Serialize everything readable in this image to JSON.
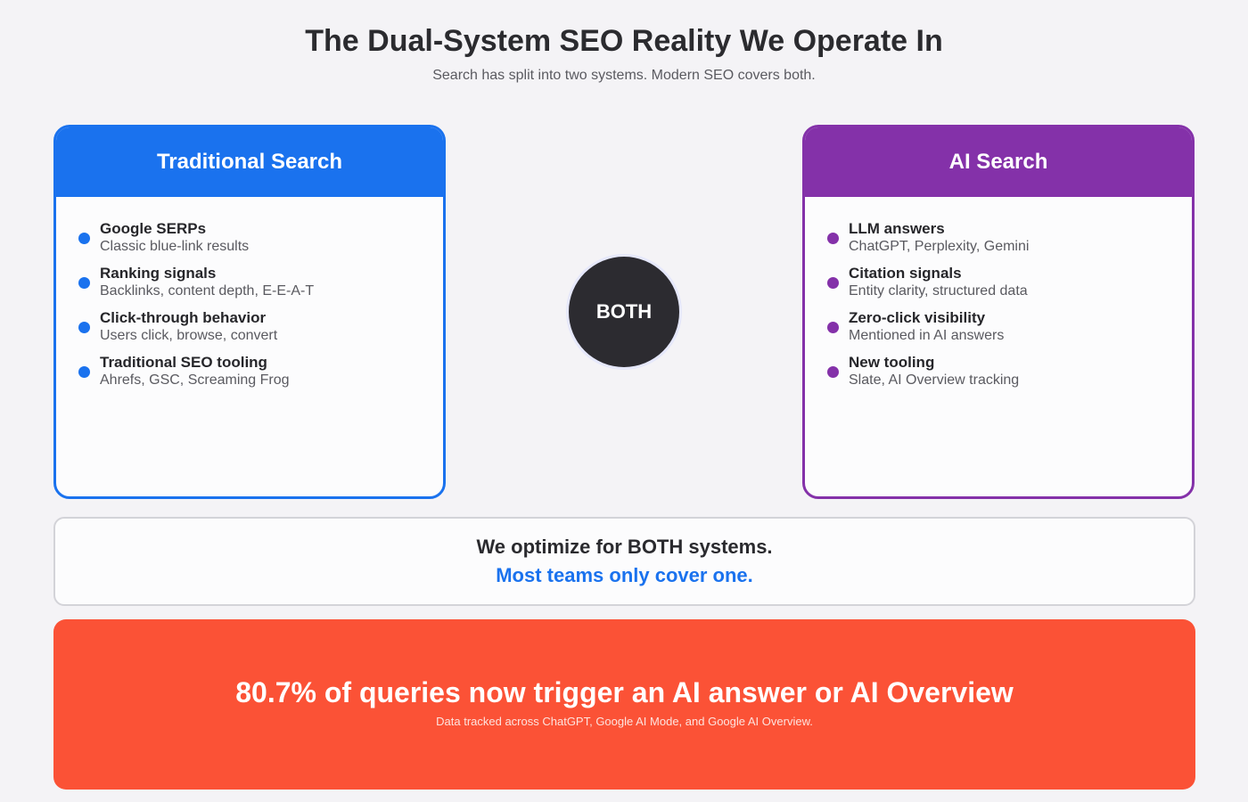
{
  "header": {
    "title": "The Dual-System SEO Reality We Operate In",
    "subtitle": "Search has split into two systems. Modern SEO covers both."
  },
  "colors": {
    "traditional": "#1a72ee",
    "ai": "#8431a9",
    "center_circle": "#2c2b30",
    "stat_banner": "#fb5236",
    "highlight_text": "#1a72ee"
  },
  "traditional": {
    "title": "Traditional Search",
    "items": [
      {
        "title": "Google SERPs",
        "desc": "Classic blue-link results"
      },
      {
        "title": "Ranking signals",
        "desc": "Backlinks, content depth, E-E-A-T"
      },
      {
        "title": "Click-through behavior",
        "desc": "Users click, browse, convert"
      },
      {
        "title": "Traditional SEO tooling",
        "desc": "Ahrefs, GSC, Screaming Frog"
      }
    ]
  },
  "ai": {
    "title": "AI Search",
    "items": [
      {
        "title": "LLM answers",
        "desc": "ChatGPT, Perplexity, Gemini"
      },
      {
        "title": "Citation signals",
        "desc": "Entity clarity, structured data"
      },
      {
        "title": "Zero-click visibility",
        "desc": "Mentioned in AI answers"
      },
      {
        "title": "New tooling",
        "desc": "Slate, AI Overview tracking"
      }
    ]
  },
  "center": {
    "label": "BOTH"
  },
  "optimize": {
    "line1": "We optimize for BOTH systems.",
    "line2": "Most teams only cover one."
  },
  "stat": {
    "headline": "80.7% of queries now trigger an AI answer or AI Overview",
    "note": "Data tracked across ChatGPT, Google AI Mode, and Google AI Overview."
  }
}
